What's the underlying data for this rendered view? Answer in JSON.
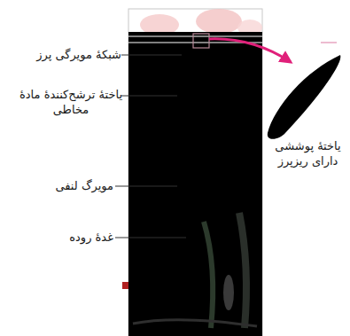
{
  "diagram": {
    "labels": [
      "شبکهٔ مویرگی پرز",
      "یاختهٔ ترشح‌کنندهٔ مادهٔ مخاطی",
      "مویرگ لنفی",
      "غدهٔ روده",
      "یاختهٔ پوششی دارای ریزپرز"
    ]
  }
}
